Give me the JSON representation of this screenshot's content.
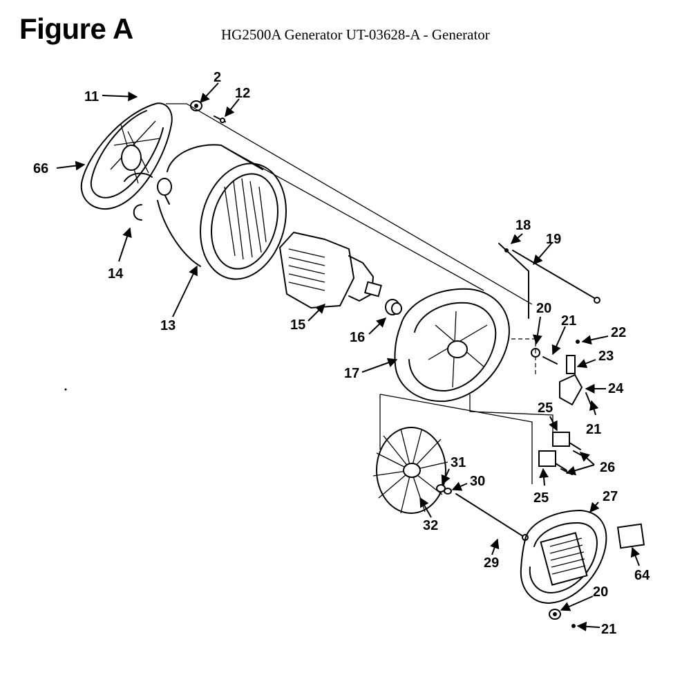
{
  "title": "Figure A",
  "subtitle": "HG2500A Generator UT-03628-A - Generator",
  "callouts": {
    "c11": "11",
    "c2": "2",
    "c12": "12",
    "c66": "66",
    "c14": "14",
    "c13": "13",
    "c15": "15",
    "c16": "16",
    "c17": "17",
    "c18": "18",
    "c19": "19",
    "c20a": "20",
    "c21a": "21",
    "c22": "22",
    "c23": "23",
    "c24": "24",
    "c21b": "21",
    "c25a": "25",
    "c26": "26",
    "c25b": "25",
    "c31": "31",
    "c30": "30",
    "c32": "32",
    "c27": "27",
    "c29": "29",
    "c64": "64",
    "c20b": "20",
    "c21c": "21"
  }
}
